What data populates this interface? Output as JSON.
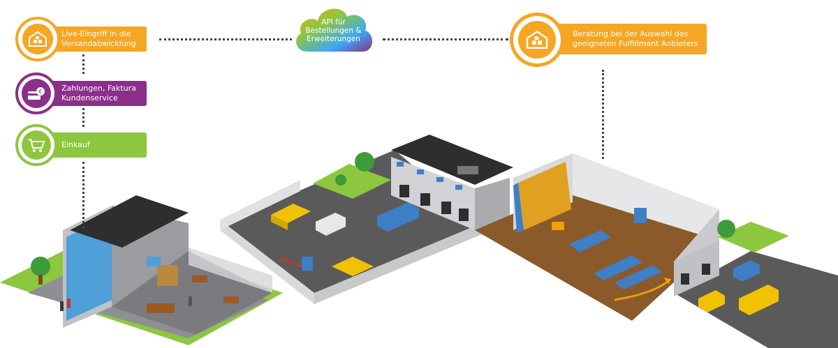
{
  "callouts": {
    "live": {
      "text_line1": "Live-Eingriff in die",
      "text_line2": "Versandabwicklung",
      "color": "#f5a623",
      "icon": "warehouse-icon"
    },
    "payments": {
      "text_line1": "Zahlungen, Faktura",
      "text_line2": "Kundenservice",
      "color": "#8b2f8b",
      "icon": "payment-cards-icon"
    },
    "purchase": {
      "text_line1": "Einkauf",
      "color": "#8dc63f",
      "icon": "shopping-cart-icon"
    },
    "consulting": {
      "text_line1": "Beratung bei der Auswahl des",
      "text_line2": "geeigneten Fulfillment Anbieters",
      "color": "#f5a623",
      "icon": "warehouse-icon"
    }
  },
  "cloud": {
    "line1": "API für",
    "line2": "Bestellungen &",
    "line3": "Erweiterungen"
  },
  "colors": {
    "ground_grass": "#8dc63f",
    "asphalt": "#5a5a5a",
    "warehouse_floor": "#8a5a2b",
    "building_grey": "#9a9ca0",
    "roof": "#2e2e2e",
    "container_blue": "#3f7fc6",
    "box_yellow": "#f2c200"
  }
}
